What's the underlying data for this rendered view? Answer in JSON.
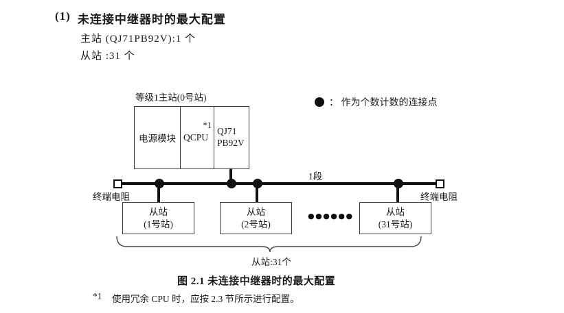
{
  "page": {
    "heading_number": "(1)",
    "heading": "未连接中继器时的最大配置",
    "master_count_line": "主站 (QJ71PB92V):1 个",
    "slave_count_line": "从站 :31 个"
  },
  "diagram": {
    "master_group_label": "等级1主站(0号站)",
    "modules": {
      "power": "电源模块",
      "cpu": "QCPU",
      "cpu_marker": "*1",
      "pb92v_line1": "QJ71",
      "pb92v_line2": "PB92V"
    },
    "legend_text": "：  作为个数计数的连接点",
    "segment_label": "1段",
    "terminator_left": "终端电阻",
    "terminator_right": "终端电阻",
    "slaves": [
      {
        "line1": "从站",
        "line2": "(1号站)"
      },
      {
        "line1": "从站",
        "line2": "(2号站)"
      },
      {
        "line1": "从站",
        "line2": "(31号站)"
      }
    ],
    "ellipsis": "●●●●●●",
    "brace_label": "从站:31个"
  },
  "caption": {
    "text": "图 2.1 未连接中继器时的最大配置"
  },
  "footnote": {
    "marker": "*1",
    "text": "使用冗余 CPU 时，应按 2.3 节所示进行配置。"
  },
  "colors": {
    "ink": "#1a1a1a",
    "line": "#111111",
    "border": "#3c3c3c",
    "background": "#ffffff"
  }
}
